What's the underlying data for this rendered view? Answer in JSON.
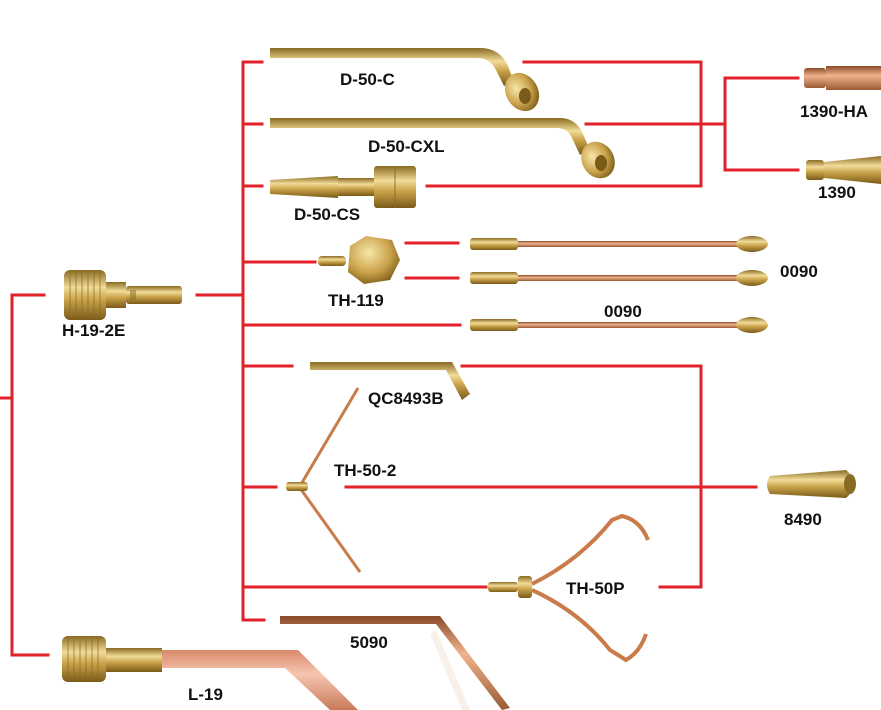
{
  "colors": {
    "connector": "#e2212b",
    "brass": "#c9a24a",
    "brass_light": "#f1dc98",
    "brass_dark": "#8a6a22",
    "copper": "#c97b4a",
    "copper_light": "#efb48c",
    "copper_dark": "#8a4a2a",
    "label": "#111111"
  },
  "parts": {
    "h19_2e": "H-19-2E",
    "l19": "L-19",
    "d50c": "D-50-C",
    "d50cxl": "D-50-CXL",
    "d50cs": "D-50-CS",
    "th119": "TH-119",
    "p0090_a": "0090",
    "p0090_b": "0090",
    "qc8493b": "QC8493B",
    "th50_2": "TH-50-2",
    "th50p": "TH-50P",
    "p5090": "5090",
    "p1390ha": "1390-HA",
    "p1390": "1390",
    "p8490": "8490"
  }
}
